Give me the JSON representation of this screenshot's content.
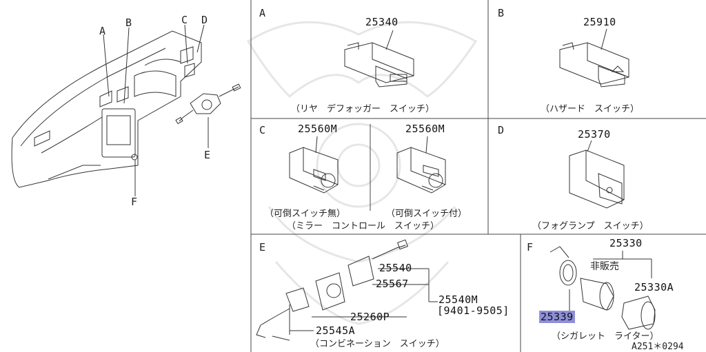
{
  "overview": {
    "callouts": [
      "A",
      "B",
      "C",
      "D",
      "E",
      "F"
    ]
  },
  "panels": {
    "A": {
      "letter": "A",
      "part": "25340",
      "caption": "（リヤ　デフォッガー　スイッチ）"
    },
    "B": {
      "letter": "B",
      "part": "25910",
      "caption": "（ハザード　スイッチ）"
    },
    "C": {
      "letter": "C",
      "part_left": "25560M",
      "part_right": "25560M",
      "caption_left": "（可倒スイッチ無）",
      "caption_right": "（可倒スイッチ付）",
      "caption": "（ミラー　コントロール　スイッチ）"
    },
    "D": {
      "letter": "D",
      "part": "25370",
      "caption": "（フォグランプ　スイッチ）"
    },
    "E": {
      "letter": "E",
      "parts": [
        "25540",
        "25567",
        "25540M",
        "[9401-9505]",
        "25260P",
        "25545A"
      ],
      "caption": "（コンビネーション　スイッチ）"
    },
    "F": {
      "letter": "F",
      "parts": [
        "25330",
        "非販売",
        "25330A",
        "25339"
      ],
      "caption": "（シガレット　ライター）",
      "ref": "A251＊0294"
    }
  }
}
